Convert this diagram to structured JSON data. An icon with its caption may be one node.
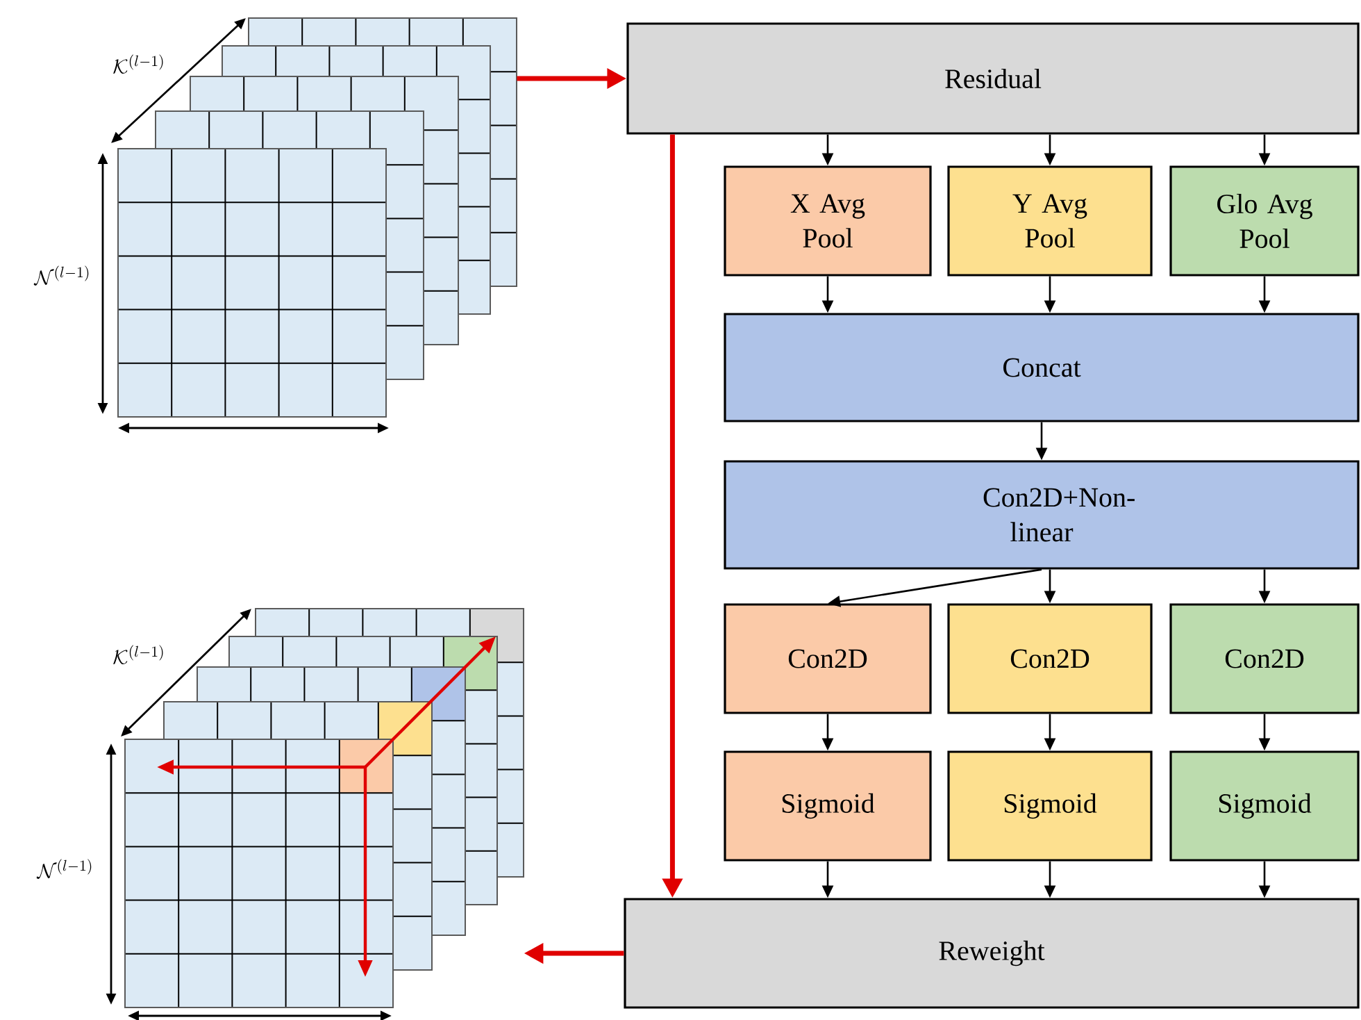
{
  "diagram": {
    "nodes": [
      {
        "text": [],
        "shape": "picture"
      },
      {
        "text": [
          "Residual"
        ]
      },
      {
        "text": [
          "X Avg Pool"
        ]
      },
      {
        "text": [
          "Y Avg Pool"
        ]
      },
      {
        "text": [
          "Glo Avg Pool"
        ]
      },
      {
        "text": [
          "Concat"
        ]
      },
      {
        "text": [
          "Con2D+Non-linear"
        ]
      },
      {
        "text": [
          "Con2D"
        ]
      },
      {
        "text": [
          "Con2D"
        ]
      },
      {
        "text": [
          "Con2D"
        ]
      },
      {
        "text": [
          "Sigmoid"
        ]
      },
      {
        "text": [
          "Sigmoid"
        ]
      },
      {
        "text": [
          "Sigmoid"
        ]
      },
      {
        "text": [
          "Reweight"
        ]
      },
      {
        "text": [],
        "shape": "picture"
      }
    ],
    "edges": [
      {
        "from": 0,
        "to": 1,
        "arrow": "to",
        "style": "thick",
        "color": "#e00000"
      },
      {
        "from": 1,
        "to": 2,
        "arrow": "to"
      },
      {
        "from": 1,
        "to": 3,
        "arrow": "to"
      },
      {
        "from": 1,
        "to": 4,
        "arrow": "to"
      },
      {
        "from": 2,
        "to": 5,
        "arrow": "to"
      },
      {
        "from": 3,
        "to": 5,
        "arrow": "to"
      },
      {
        "from": 4,
        "to": 5,
        "arrow": "to"
      },
      {
        "from": 5,
        "to": 6,
        "arrow": "to"
      },
      {
        "from": 6,
        "to": 7,
        "arrow": "to"
      },
      {
        "from": 6,
        "to": 8,
        "arrow": "to"
      },
      {
        "from": 6,
        "to": 9,
        "arrow": "to"
      },
      {
        "from": 7,
        "to": 10,
        "arrow": "to"
      },
      {
        "from": 8,
        "to": 11,
        "arrow": "to"
      },
      {
        "from": 9,
        "to": 12,
        "arrow": "to"
      },
      {
        "from": 10,
        "to": 13,
        "arrow": "to"
      },
      {
        "from": 11,
        "to": 13,
        "arrow": "to"
      },
      {
        "from": 12,
        "to": 13,
        "arrow": "to"
      },
      {
        "from": 1,
        "to": 13,
        "arrow": "to",
        "style": "thick",
        "color": "#e00000"
      },
      {
        "from": 13,
        "to": 14,
        "arrow": "to",
        "style": "thick",
        "color": "#e00000"
      }
    ],
    "labels": [
      "\\mathcal{K}^{(l-1)}",
      "\\mathcal{N}^{(l-1)}",
      "\\mathcal{K}^{(l-1)}",
      "\\mathcal{N}^{(l-1)}"
    ]
  }
}
